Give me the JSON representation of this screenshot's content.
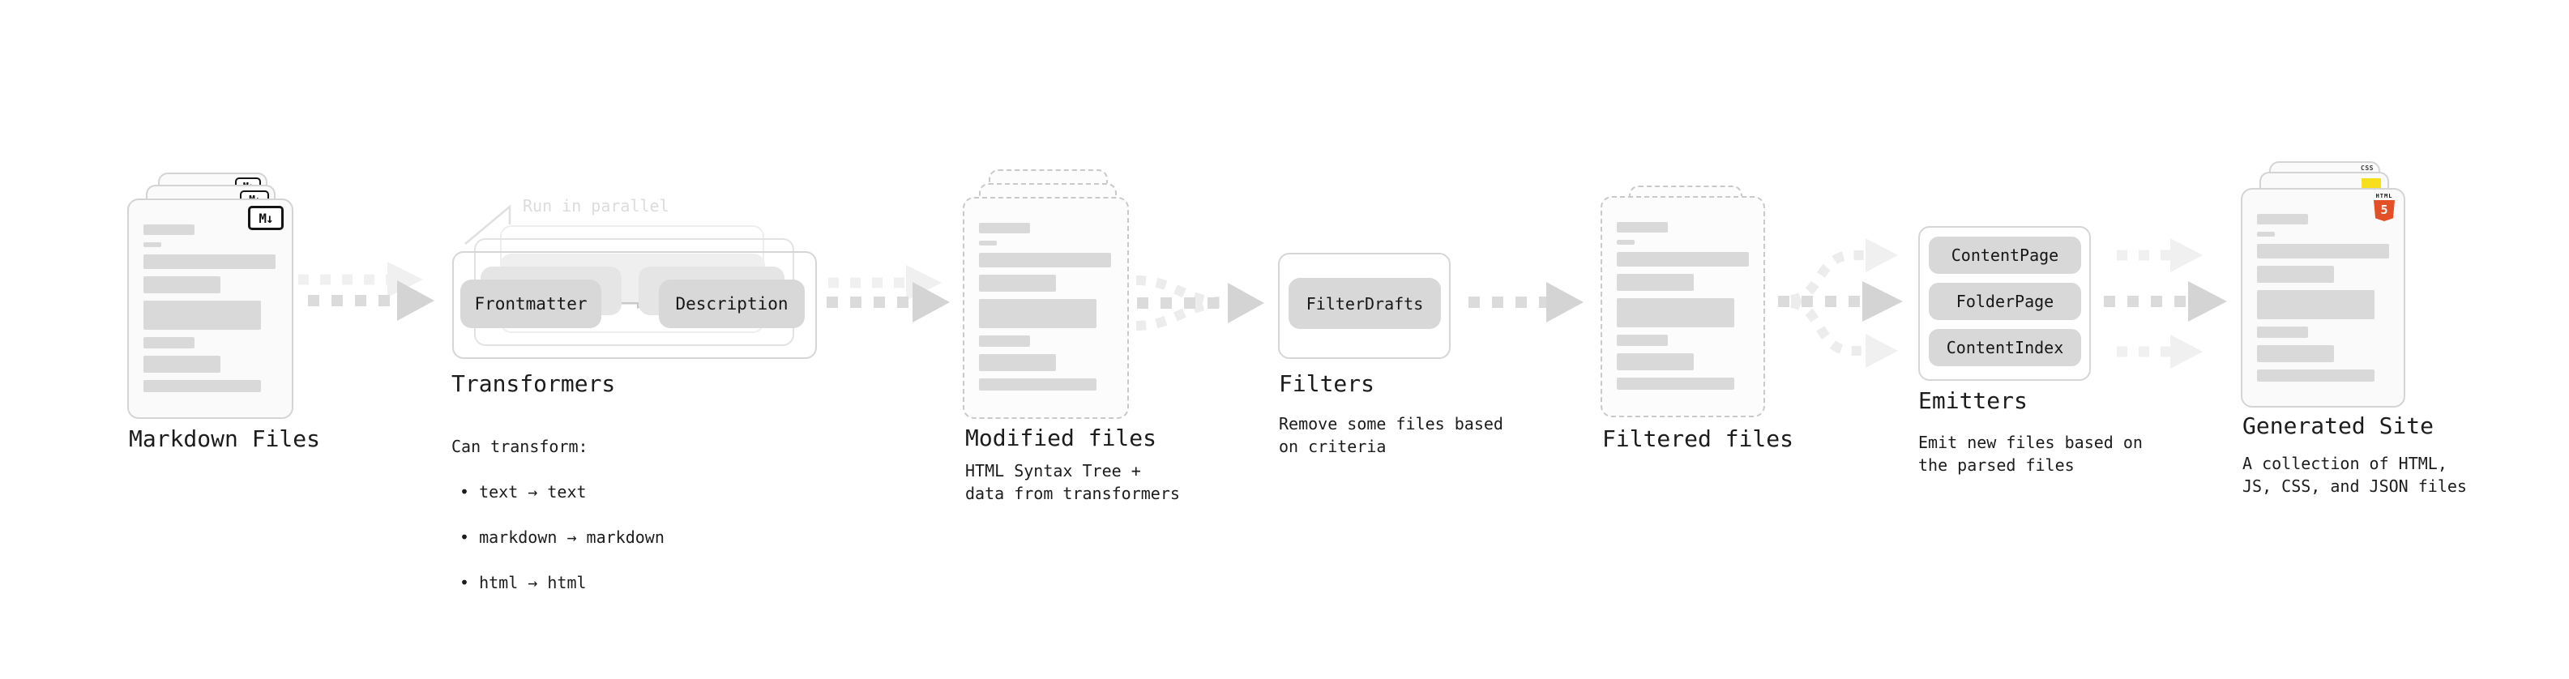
{
  "colors": {
    "html5_orange": "#e34f26",
    "js_yellow": "#f7df1e",
    "css_blue": "#2e63f1",
    "arrow_gray": "#dbdbdb",
    "arrow_light": "#f0f0f0",
    "text_dark": "#1c1c1c"
  },
  "stages": {
    "markdown_files": {
      "caption": "Markdown Files",
      "badge": "M↓"
    },
    "transformers": {
      "caption": "Transformers",
      "annotation": "Run in parallel",
      "pill_from": "Frontmatter",
      "pill_to": "Description",
      "desc_title": "Can transform:",
      "bullets": [
        "• text → text",
        "• markdown → markdown",
        "• html → html"
      ]
    },
    "modified_files": {
      "caption": "Modified files",
      "desc": "HTML Syntax Tree +\ndata from transformers"
    },
    "filters": {
      "caption": "Filters",
      "pill": "FilterDrafts",
      "desc": "Remove some files based\non criteria"
    },
    "filtered_files": {
      "caption": "Filtered files"
    },
    "emitters": {
      "caption": "Emitters",
      "pills": [
        "ContentPage",
        "FolderPage",
        "ContentIndex"
      ],
      "desc": "Emit new files based on\nthe parsed files"
    },
    "generated_site": {
      "caption": "Generated Site",
      "desc": "A collection of HTML,\nJS, CSS, and JSON files",
      "badge_html_word": "HTML",
      "badge_html_num": "5",
      "badge_css": "CSS"
    }
  }
}
